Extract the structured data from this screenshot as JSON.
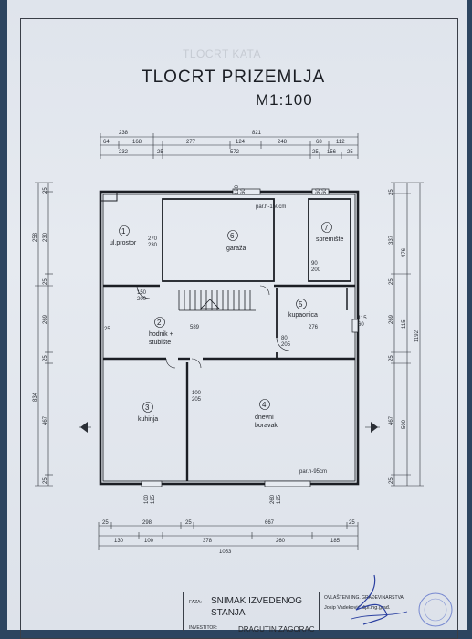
{
  "title": "TLOCRT PRIZEMLJA",
  "scale": "M1:100",
  "ghost_text": "TLOCRT KATA",
  "rooms": [
    {
      "number": "1",
      "name": "ul.prostor"
    },
    {
      "number": "2",
      "name": "hodnik +",
      "name2": "stubište"
    },
    {
      "number": "3",
      "name": "kuhinja"
    },
    {
      "number": "4",
      "name": "dnevni",
      "name2": "boravak"
    },
    {
      "number": "5",
      "name": "kupaonica"
    },
    {
      "number": "6",
      "name": "garaža"
    },
    {
      "number": "7",
      "name": "spremište"
    }
  ],
  "annotations": {
    "par_top": "par.h-150cm",
    "par_bottom": "par.h-95cm",
    "door_270_230": [
      "270",
      "230"
    ],
    "door_90_200": [
      "90",
      "200"
    ],
    "door_150_200": [
      "150",
      "200"
    ],
    "door_80_205": [
      "80",
      "205"
    ],
    "door_100_205": [
      "100",
      "205"
    ],
    "dim_115_60": [
      "115",
      "60"
    ],
    "dim_589": "589",
    "dim_276": "276",
    "dim_120_60": [
      "120",
      "60"
    ],
    "dim_60_60": [
      "60",
      "60"
    ],
    "dim_100_125": [
      "100",
      "125"
    ],
    "dim_260_125": [
      "260",
      "125"
    ]
  },
  "top_dims": {
    "row1": [
      "238",
      "821"
    ],
    "row2": [
      "64",
      "168",
      "277",
      "124",
      "248",
      "68",
      "112"
    ],
    "row3": [
      "232",
      "25",
      "572",
      "25",
      "156",
      "25"
    ]
  },
  "bottom_dims": {
    "row1": [
      "25",
      "298",
      "25",
      "667",
      "25"
    ],
    "row2": [
      "130",
      "100",
      "378",
      "260",
      "185"
    ],
    "row3": [
      "1053"
    ]
  },
  "left_dims": {
    "outer": [
      "258",
      "834"
    ],
    "inner": [
      "25",
      "230",
      "25",
      "269",
      "25",
      "467",
      "25"
    ]
  },
  "right_dims": {
    "inner": [
      "25",
      "337",
      "25",
      "269",
      "25",
      "467",
      "25"
    ],
    "mid": [
      "476",
      "115",
      "500"
    ],
    "outer": [
      "1192"
    ]
  },
  "title_block": {
    "faza_label": "FAZA:",
    "faza_value": "SNIMAK IZVEDENOG STANJA",
    "investor_label": "INVESTITOR:",
    "investor_value": "DRAGUTIN ZAGORAC",
    "authorized_label": "OVLAŠTENI ING. GRAĐEVINARSTVA",
    "authorized_name": "Josip Vadeković dipl.ing.građ."
  }
}
